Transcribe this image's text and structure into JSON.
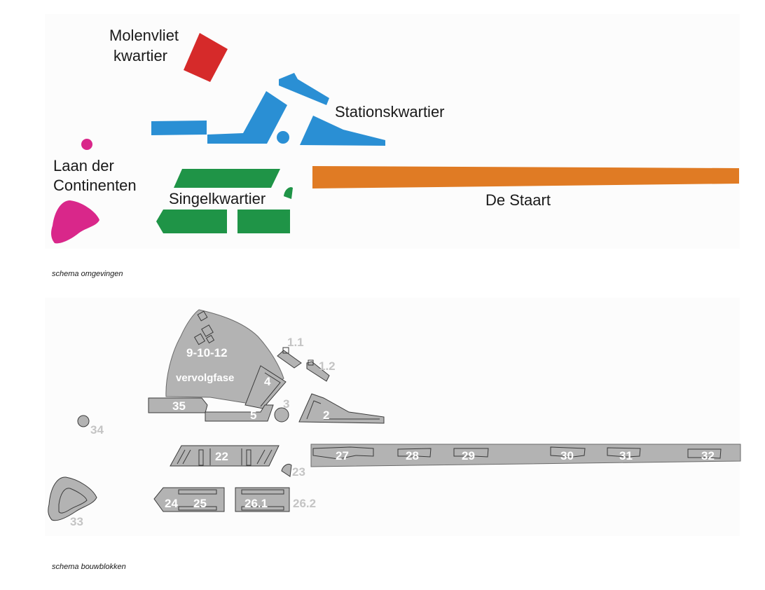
{
  "colors": {
    "molenvliet": "#d62a2a",
    "station": "#2a8fd4",
    "singel": "#1f9447",
    "staart": "#e07b24",
    "laan": "#d9278a",
    "block_fill": "#b3b3b3",
    "block_stroke": "#3a3a3a",
    "label_outside": "#c4c4c4"
  },
  "schema_omgevingen": {
    "caption": "schema omgevingen",
    "areas": {
      "molenvliet": [
        "Molenvliet",
        "kwartier"
      ],
      "station": "Stationskwartier",
      "laan": [
        "Laan der",
        "Continenten"
      ],
      "singel": "Singelkwartier",
      "staart": "De Staart"
    }
  },
  "schema_bouwblokken": {
    "caption": "schema bouwblokken",
    "labels": {
      "b9_10_12": "9-10-12",
      "vervolgfase": "vervolgfase",
      "b1_1": "1.1",
      "b1_2": "1.2",
      "b4": "4",
      "b3": "3",
      "b35": "35",
      "b5": "5",
      "b2": "2",
      "b34": "34",
      "b22": "22",
      "b27": "27",
      "b28": "28",
      "b29": "29",
      "b30": "30",
      "b31": "31",
      "b32": "32",
      "b23": "23",
      "b24": "24",
      "b25": "25",
      "b26_1": "26.1",
      "b26_2": "26.2",
      "b33": "33"
    }
  }
}
